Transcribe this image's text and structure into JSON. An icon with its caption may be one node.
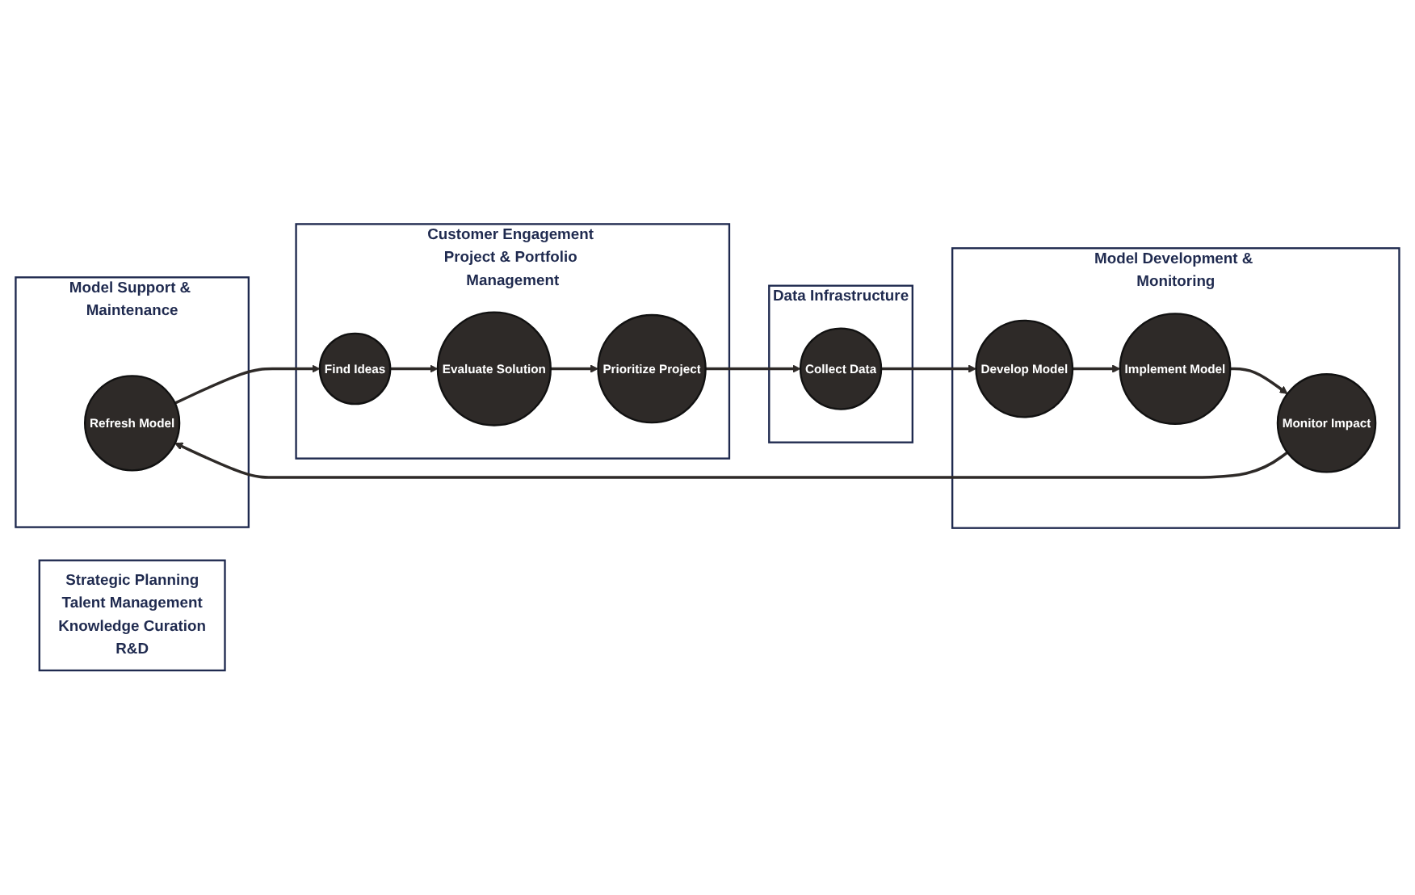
{
  "diagram": {
    "nodes": [
      {
        "text": [
          "Model Support & Maintenance"
        ]
      },
      {
        "text": [
          "Refresh Model"
        ],
        "in": 0
      },
      {
        "text": [
          "Customer Engagement Project & Portfolio Management"
        ]
      },
      {
        "text": [
          "Find Ideas"
        ],
        "in": 2
      },
      {
        "text": [
          "Evaluate Solution"
        ],
        "in": 2
      },
      {
        "text": [
          "Prioritize Project"
        ],
        "in": 2
      },
      {
        "text": [
          "Strategic Planning",
          "Talent Management",
          "Knowledge Curation",
          "R&D"
        ]
      },
      {
        "text": [
          "Model Development & Monitoring"
        ]
      },
      {
        "text": [
          "Monitor Impact"
        ],
        "in": 7
      },
      {
        "text": [
          "Implement Model"
        ],
        "in": 7
      },
      {
        "text": [
          "Develop Model"
        ],
        "in": 7
      },
      {
        "text": [
          "Data Infrastructure"
        ]
      },
      {
        "text": [
          "Collect Data"
        ],
        "in": 11
      }
    ],
    "edges": [
      {
        "from": 1,
        "to": 3,
        "arrow": "to"
      },
      {
        "from": 3,
        "to": 4,
        "arrow": "to"
      },
      {
        "from": 4,
        "to": 5,
        "arrow": "to"
      },
      {
        "from": 5,
        "to": 12,
        "arrow": "to"
      },
      {
        "from": 12,
        "to": 10,
        "arrow": "to"
      },
      {
        "from": 10,
        "to": 9,
        "arrow": "to"
      },
      {
        "from": 9,
        "to": 8,
        "arrow": "to"
      },
      {
        "from": 8,
        "to": 1,
        "arrow": "to"
      }
    ]
  }
}
